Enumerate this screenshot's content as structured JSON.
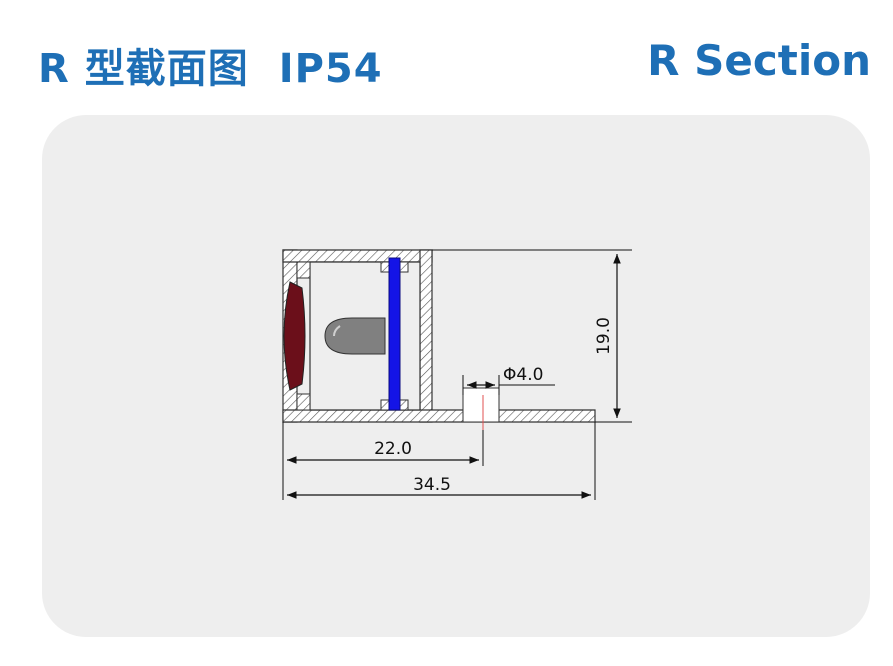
{
  "header": {
    "title_cn": "R 型截面图",
    "title_ip": "IP54",
    "title_en": "R Section"
  },
  "dimensions": {
    "height": "19.0",
    "inner_width": "22.0",
    "total_width": "34.5",
    "hole_diameter": "Φ4.0"
  },
  "colors": {
    "title": "#1e6fb6",
    "panel": "#eeeeee",
    "diffuser": "#6b0f1a",
    "pcb": "#1414e6",
    "led": "#808080",
    "center_mark": "#e05050"
  }
}
